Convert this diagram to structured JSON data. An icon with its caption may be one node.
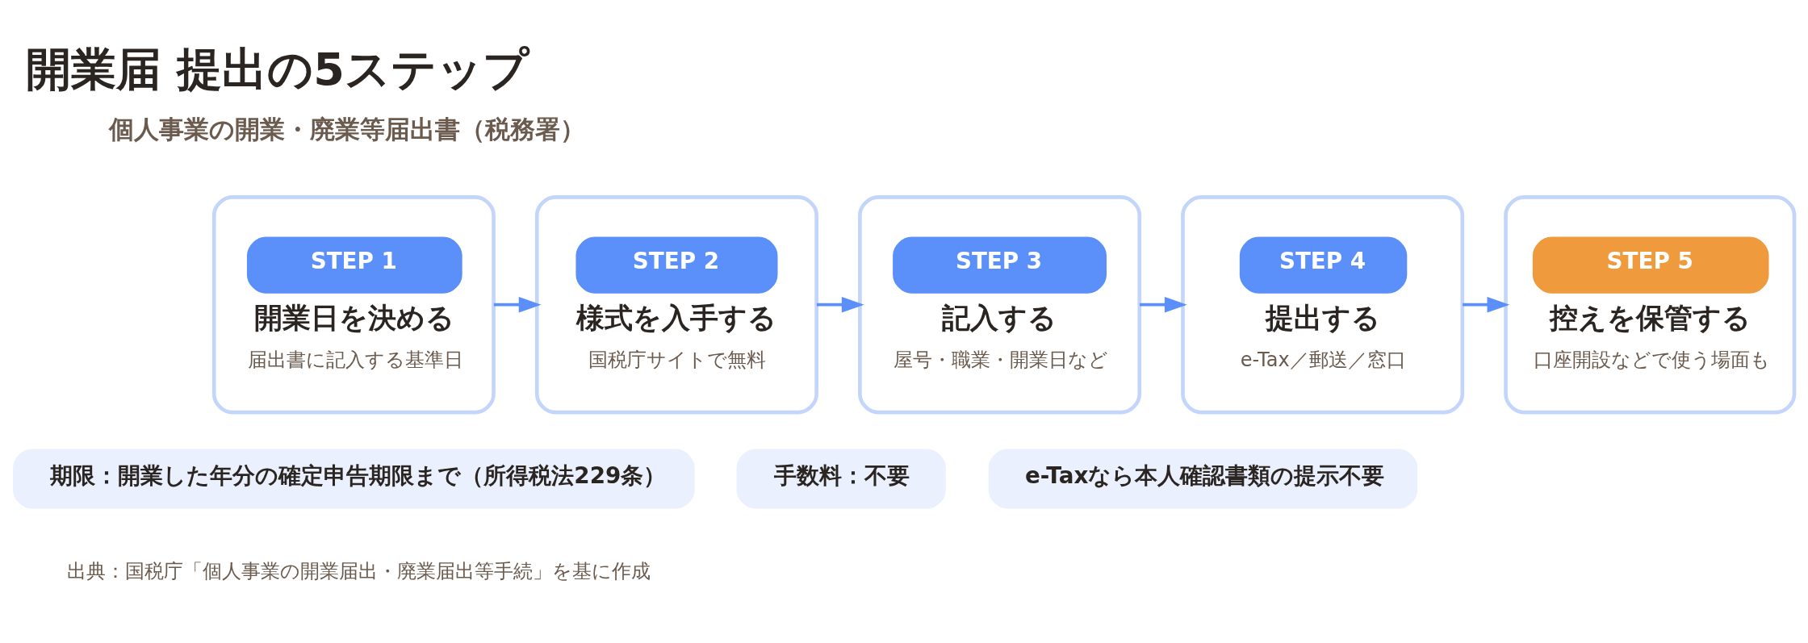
{
  "diagram": {
    "title": "開業届 提出の5ステップ",
    "caption": "出典：国税庁「個人事業の開業届出・廃業届出等手続」を基に作成",
    "nodes": [
      {
        "text": [
          "STEP 1",
          "開業日を決める",
          "届出書に記入する基準日"
        ]
      },
      {
        "text": [
          "STEP 2",
          "様式を入手する",
          "国税庁サイトで無料"
        ]
      },
      {
        "text": [
          "STEP 3",
          "記入する",
          "屋号・職業・開業日など"
        ]
      },
      {
        "text": [
          "STEP 4",
          "提出する",
          "e-Tax／郵送／窓口"
        ]
      },
      {
        "text": [
          "STEP 5",
          "控えを保管する",
          "口座開設などで使う場面も"
        ]
      },
      {
        "text": [
          "期限：開業した年分の確定申告期限まで（所得税法229条）"
        ]
      },
      {
        "text": [
          "手数料：不要"
        ]
      },
      {
        "text": [
          "e-Taxなら本人確認書類の提示不要"
        ]
      }
    ],
    "edges": [
      {
        "from": 0,
        "to": 1,
        "arrow": "to"
      },
      {
        "from": 1,
        "to": 2,
        "arrow": "to"
      },
      {
        "from": 2,
        "to": 3,
        "arrow": "to"
      },
      {
        "from": 3,
        "to": 4,
        "arrow": "to"
      }
    ],
    "labels": [
      "個人事業の開業・廃業等届出書（税務署）"
    ]
  }
}
